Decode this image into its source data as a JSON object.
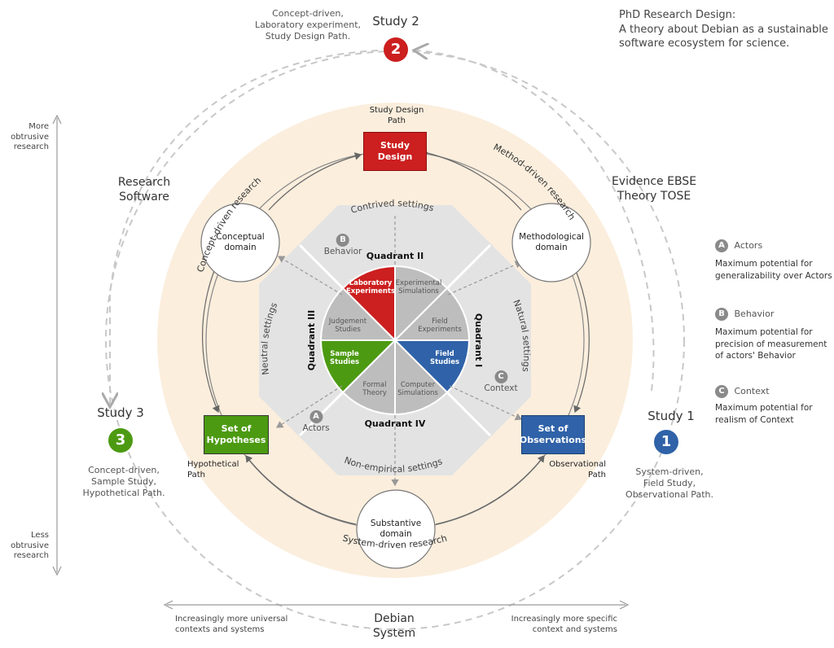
{
  "title": {
    "line1": "PhD Research Design:",
    "line2": "A theory about Debian as a sustainable",
    "line3": "software ecosystem for science."
  },
  "studies": [
    {
      "label": "Study 2",
      "number": "2",
      "desc": [
        "Concept-driven,",
        "Laboratory experiment,",
        "Study Design Path."
      ],
      "color": "#cc1f1f"
    },
    {
      "label": "Study 3",
      "number": "3",
      "desc": [
        "Concept-driven,",
        "Sample Study,",
        "Hypothetical Path."
      ],
      "color": "#4c9a12"
    },
    {
      "label": "Study 1",
      "number": "1",
      "desc": [
        "System-driven,",
        "Field Study,",
        "Observational Path."
      ],
      "color": "#2f62a8"
    }
  ],
  "outer_labels": {
    "research_software": [
      "Research",
      "Software"
    ],
    "evidence": [
      "Evidence EBSE",
      "Theory TOSE"
    ],
    "debian": [
      "Debian",
      "System"
    ]
  },
  "left_axis": {
    "top": [
      "More",
      "obtrusive",
      "research"
    ],
    "bottom": [
      "Less",
      "obtrusive",
      "research"
    ]
  },
  "bottom_axis": {
    "left": [
      "Increasingly more universal",
      "contexts and systems"
    ],
    "right": [
      "Increasingly more specific",
      "context and systems"
    ]
  },
  "boxes": {
    "study_design": [
      "Study",
      "Design"
    ],
    "hypotheses": [
      "Set of",
      "Hypotheses"
    ],
    "observations": [
      "Set of",
      "Observations"
    ]
  },
  "path_labels": {
    "study_design_path": [
      "Study Design",
      "Path"
    ],
    "hypothetical_path": [
      "Hypothetical",
      "Path"
    ],
    "observational_path": [
      "Observational",
      "Path"
    ]
  },
  "domains": {
    "conceptual": [
      "Conceptual",
      "domain"
    ],
    "methodological": [
      "Methodological",
      "domain"
    ],
    "substantive": [
      "Substantive",
      "domain"
    ]
  },
  "arc_labels": {
    "concept": "Concept-driven research",
    "method": "Method-driven research",
    "system": "System-driven research"
  },
  "settings": {
    "contrived": "Contrived settings",
    "natural": "Natural settings",
    "neutral": "Neutral settings",
    "nonempirical": "Non-empirical settings"
  },
  "quadrants": {
    "q1": "Quadrant I",
    "q2": "Quadrant II",
    "q3": "Quadrant III",
    "q4": "Quadrant IV"
  },
  "strategies": {
    "lab": [
      "Laboratory",
      "Experiments"
    ],
    "exp_sim": [
      "Experimental",
      "Simulations"
    ],
    "field_exp": [
      "Field",
      "Experiments"
    ],
    "field_studies": [
      "Field",
      "Studies"
    ],
    "computer_sim": [
      "Computer",
      "Simulations"
    ],
    "formal": [
      "Formal",
      "Theory"
    ],
    "sample": [
      "Sample",
      "Studies"
    ],
    "judgement": [
      "Judgement",
      "Studies"
    ]
  },
  "markers": {
    "behavior": {
      "letter": "B",
      "label": "Behavior"
    },
    "context": {
      "letter": "C",
      "label": "Context"
    },
    "actors": {
      "letter": "A",
      "label": "Actors"
    }
  },
  "legend": [
    {
      "letter": "A",
      "name": "Actors",
      "desc": [
        "Maximum potential for",
        "generalizability over Actors"
      ]
    },
    {
      "letter": "B",
      "name": "Behavior",
      "desc": [
        "Maximum potential for",
        "precision of measurement",
        "of actors' Behavior"
      ]
    },
    {
      "letter": "C",
      "name": "Context",
      "desc": [
        "Maximum potential for",
        "realism of Context"
      ]
    }
  ],
  "colors": {
    "red": "#cc1f1f",
    "green": "#4c9a12",
    "blue": "#2f62a8",
    "peach": "#fbeedd",
    "gray_ring": "#e3e3e3",
    "gray_slice": "#bdbdbd"
  }
}
